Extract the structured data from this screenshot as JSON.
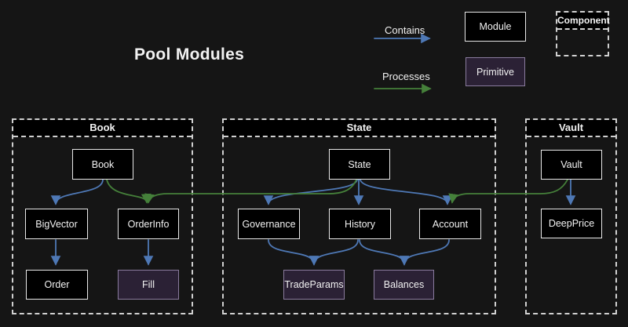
{
  "title": "Pool Modules",
  "legend": {
    "contains": "Contains",
    "processes": "Processes",
    "module": "Module",
    "primitive": "Primitive",
    "component": "Component"
  },
  "containers": {
    "book": {
      "title": "Book"
    },
    "state": {
      "title": "State"
    },
    "vault": {
      "title": "Vault"
    }
  },
  "nodes": {
    "book": {
      "label": "Book",
      "type": "module"
    },
    "bigvector": {
      "label": "BigVector",
      "type": "module"
    },
    "orderinfo": {
      "label": "OrderInfo",
      "type": "module"
    },
    "order": {
      "label": "Order",
      "type": "module"
    },
    "fill": {
      "label": "Fill",
      "type": "primitive"
    },
    "state": {
      "label": "State",
      "type": "module"
    },
    "governance": {
      "label": "Governance",
      "type": "module"
    },
    "history": {
      "label": "History",
      "type": "module"
    },
    "account": {
      "label": "Account",
      "type": "module"
    },
    "tradeparams": {
      "label": "TradeParams",
      "type": "primitive"
    },
    "balances": {
      "label": "Balances",
      "type": "primitive"
    },
    "vault": {
      "label": "Vault",
      "type": "module"
    },
    "deepprice": {
      "label": "DeepPrice",
      "type": "module"
    }
  },
  "edges": [
    {
      "from": "Book",
      "to": "BigVector",
      "type": "contains"
    },
    {
      "from": "BigVector",
      "to": "Order",
      "type": "contains"
    },
    {
      "from": "OrderInfo",
      "to": "Fill",
      "type": "contains"
    },
    {
      "from": "State",
      "to": "Governance",
      "type": "contains"
    },
    {
      "from": "State",
      "to": "History",
      "type": "contains"
    },
    {
      "from": "State",
      "to": "Account",
      "type": "contains"
    },
    {
      "from": "Governance",
      "to": "TradeParams",
      "type": "contains"
    },
    {
      "from": "History",
      "to": "TradeParams",
      "type": "contains"
    },
    {
      "from": "History",
      "to": "Balances",
      "type": "contains"
    },
    {
      "from": "Account",
      "to": "Balances",
      "type": "contains"
    },
    {
      "from": "Vault",
      "to": "DeepPrice",
      "type": "contains"
    },
    {
      "from": "Book",
      "to": "OrderInfo",
      "type": "processes"
    },
    {
      "from": "State",
      "to": "OrderInfo",
      "type": "processes"
    },
    {
      "from": "Vault",
      "to": "Account",
      "type": "processes"
    }
  ],
  "colors": {
    "background": "#151515",
    "module_fill": "#000000",
    "module_border": "#e8e8e8",
    "primitive_fill": "#2b2135",
    "primitive_border": "#8a7b9e",
    "contains_color": "#4e78b5",
    "processes_color": "#45803a",
    "dashed_border": "#d0d0d0",
    "text": "#f2f2f2"
  }
}
